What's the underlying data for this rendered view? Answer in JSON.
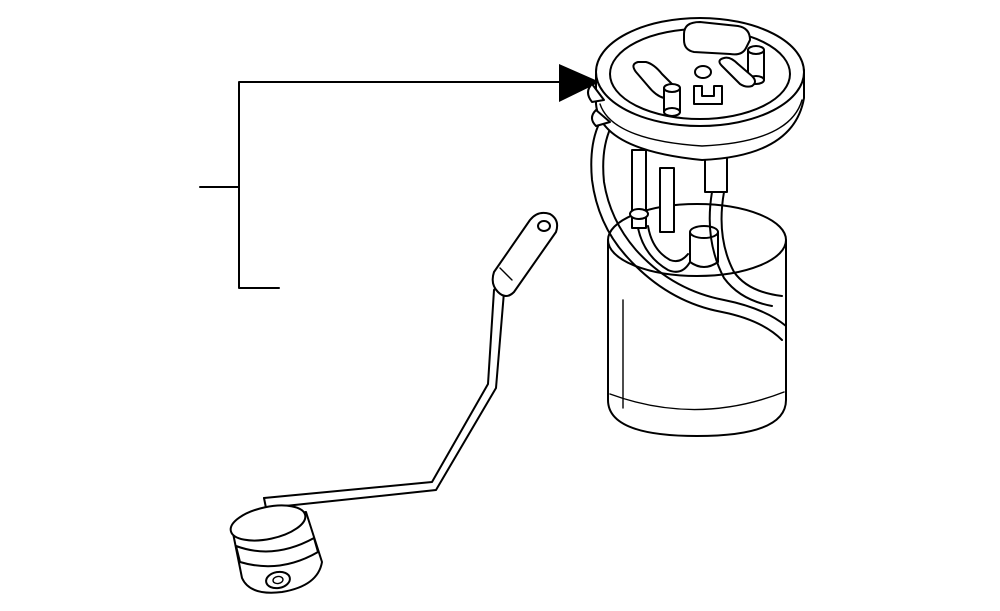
{
  "diagram": {
    "parts": [
      {
        "id": "fuel-pump-module",
        "icon": "fuel-pump-module-drawing"
      },
      {
        "id": "fuel-level-sender",
        "icon": "fuel-level-sender-float-arm-drawing"
      }
    ],
    "callout": {
      "icon": "leader-bracket-with-arrow"
    },
    "colors": {
      "line": "#000000",
      "background": "#ffffff"
    }
  }
}
